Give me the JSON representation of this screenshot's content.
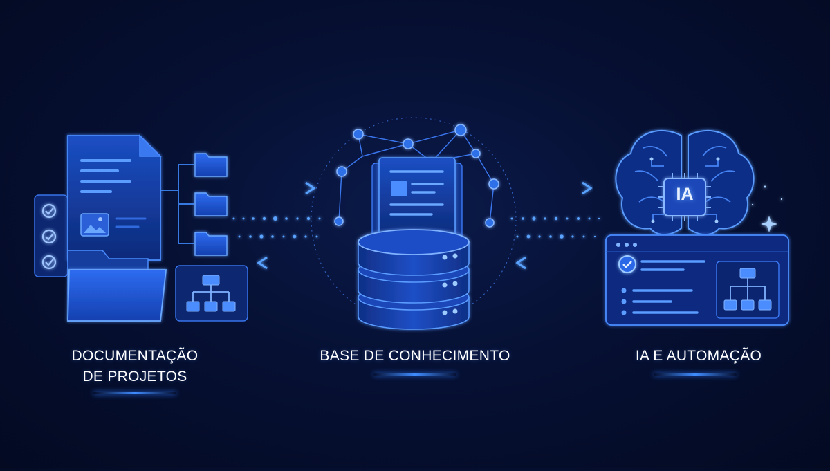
{
  "sections": {
    "documentation": {
      "line1": "DOCUMENTAÇÃO",
      "line2": "DE PROJETOS"
    },
    "knowledge_base": {
      "label": "BASE DE CONHECIMENTO"
    },
    "ai_automation": {
      "label": "IA E AUTOMAÇÃO"
    }
  },
  "brain_chip": {
    "text": "IA"
  },
  "icons": {
    "documentation": [
      "document-icon",
      "folder-icon",
      "checklist-icon",
      "image-icon",
      "sitemap-icon"
    ],
    "knowledge_base": [
      "database-icon",
      "network-node-icon"
    ],
    "ai_automation": [
      "brain-icon",
      "chip-icon",
      "dashboard-window-icon",
      "check-circle-icon",
      "sparkle-icon"
    ]
  },
  "colors": {
    "background": "#061033",
    "accent": "#3f8cff",
    "glow": "#2f7bff",
    "panel": "#123c9a",
    "text": "#ffffff"
  }
}
